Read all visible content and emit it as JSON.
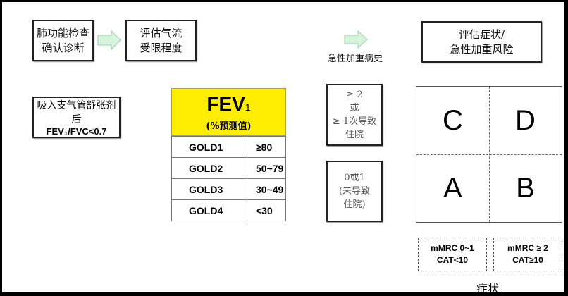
{
  "flow": {
    "step1": [
      "肺功能检查",
      "确认诊断"
    ],
    "step2": [
      "评估气流",
      "受限程度"
    ],
    "step3": [
      "评估症状/",
      "急性加重风险"
    ],
    "arrow_label": "急性加重病史"
  },
  "criteria": {
    "line1": "吸入支气管舒张剂后",
    "line2": "FEV₁/FVC<0.7"
  },
  "fev": {
    "title": "FEV",
    "subscript": "1",
    "subtitle": "(%预测值)",
    "rows": [
      {
        "grade": "GOLD1",
        "value": "≥80"
      },
      {
        "grade": "GOLD2",
        "value": "50~79"
      },
      {
        "grade": "GOLD3",
        "value": "30~49"
      },
      {
        "grade": "GOLD4",
        "value": "<30"
      }
    ]
  },
  "exacerbation": {
    "high": [
      "≥ 2",
      "或",
      "≥ 1次导致",
      "住院"
    ],
    "low": [
      "0或1",
      "(未导致",
      "住院)"
    ]
  },
  "groups": {
    "C": "C",
    "D": "D",
    "A": "A",
    "B": "B"
  },
  "symptoms": {
    "low": [
      "mMRC 0~1",
      "CAT<10"
    ],
    "high": [
      "mMRC ≥ 2",
      "CAT≥10"
    ],
    "label": "症状"
  },
  "colors": {
    "yellow": "#ffee00",
    "arrow": "#d4f5dc"
  }
}
